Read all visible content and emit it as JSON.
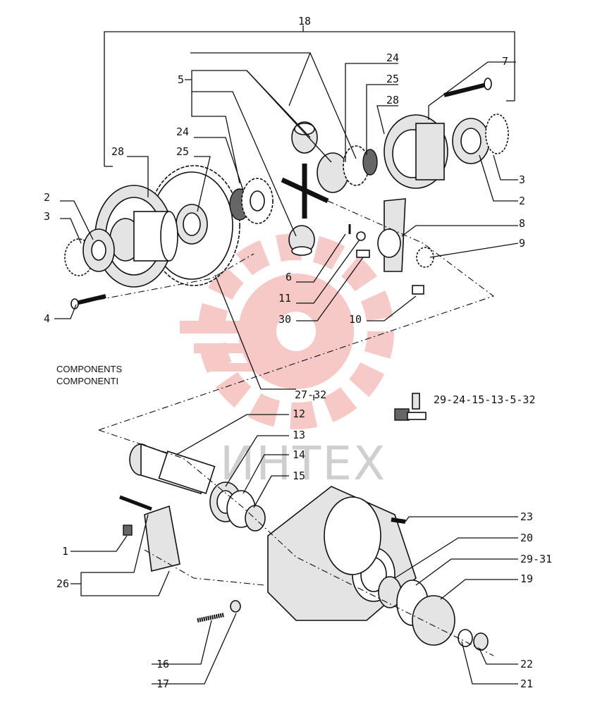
{
  "watermark": {
    "text": "ИНТЕХ",
    "color": "#e0403a"
  },
  "caption": {
    "line1": "COMPONENTS",
    "line2": "COMPONENTI"
  },
  "callouts": {
    "c18": "18",
    "c7": "7",
    "c24a": "24",
    "c25a": "25",
    "c28a": "28",
    "c5": "5",
    "c24b": "24",
    "c25b": "25",
    "c28b": "28",
    "c2a": "2",
    "c3a": "3",
    "c3b": "3",
    "c2b": "2",
    "c8": "8",
    "c9": "9",
    "c4": "4",
    "c6": "6",
    "c11": "11",
    "c30": "30",
    "c10": "10",
    "c27_32": "27-32",
    "c12": "12",
    "c13": "13",
    "c14": "14",
    "c15": "15",
    "c23": "23",
    "c20": "20",
    "c29_31": "29-31",
    "c19": "19",
    "c1": "1",
    "c26": "26",
    "c16": "16",
    "c17": "17",
    "c22": "22",
    "c21": "21",
    "kit": "29-24-15-13-5-32"
  }
}
